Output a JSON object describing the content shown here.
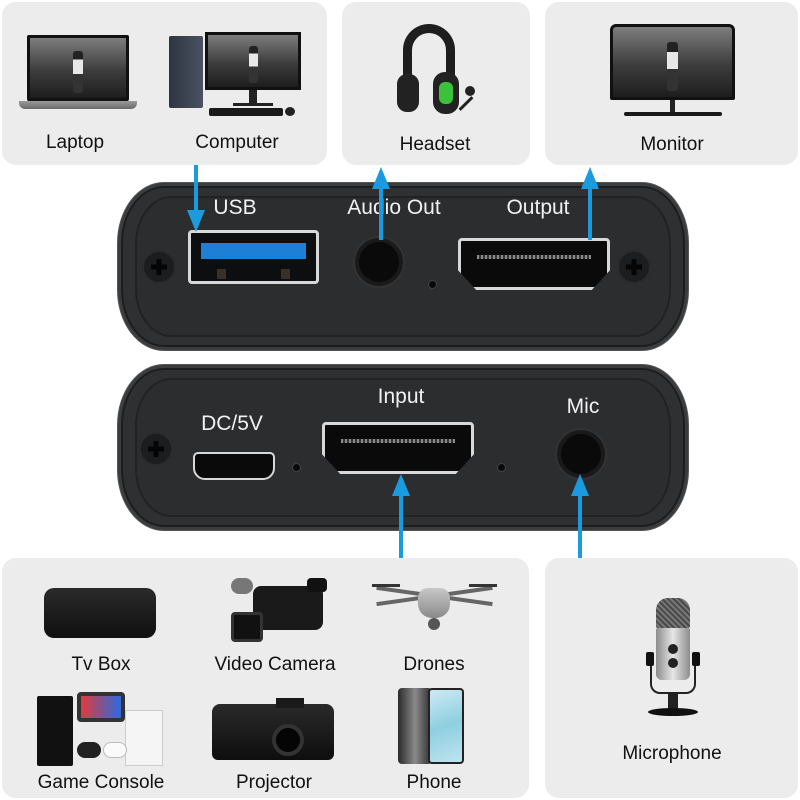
{
  "colors": {
    "card_bg": "#ececec",
    "arrow": "#1a9be0",
    "device_body": "#2e3032",
    "usb_tongue": "#1d7fd6"
  },
  "top_cards": {
    "computers": {
      "items": [
        {
          "label": "Laptop",
          "icon": "laptop-icon"
        },
        {
          "label": "Computer",
          "icon": "desktop-computer-icon"
        }
      ]
    },
    "headset": {
      "label": "Headset",
      "icon": "headset-icon"
    },
    "monitor": {
      "label": "Monitor",
      "icon": "monitor-icon"
    }
  },
  "device_top": {
    "ports": [
      {
        "label": "USB",
        "type": "usb-a",
        "arrow": "down"
      },
      {
        "label": "Audio Out",
        "type": "3.5mm-jack",
        "arrow": "up"
      },
      {
        "label": "Output",
        "type": "hdmi",
        "arrow": "up"
      }
    ]
  },
  "device_bottom": {
    "ports": [
      {
        "label": "DC/5V",
        "type": "micro-usb"
      },
      {
        "label": "Input",
        "type": "hdmi",
        "arrow": "up"
      },
      {
        "label": "Mic",
        "type": "3.5mm-jack",
        "arrow": "up"
      }
    ]
  },
  "bottom_cards": {
    "sources": {
      "items": [
        {
          "label": "Tv Box",
          "icon": "tv-box-icon"
        },
        {
          "label": "Video Camera",
          "icon": "video-camera-icon"
        },
        {
          "label": "Drones",
          "icon": "drone-icon"
        },
        {
          "label": "Game Console",
          "icon": "game-console-icon"
        },
        {
          "label": "Projector",
          "icon": "projector-icon"
        },
        {
          "label": "Phone",
          "icon": "phone-icon"
        }
      ]
    },
    "microphone": {
      "label": "Microphone",
      "icon": "microphone-icon"
    }
  }
}
